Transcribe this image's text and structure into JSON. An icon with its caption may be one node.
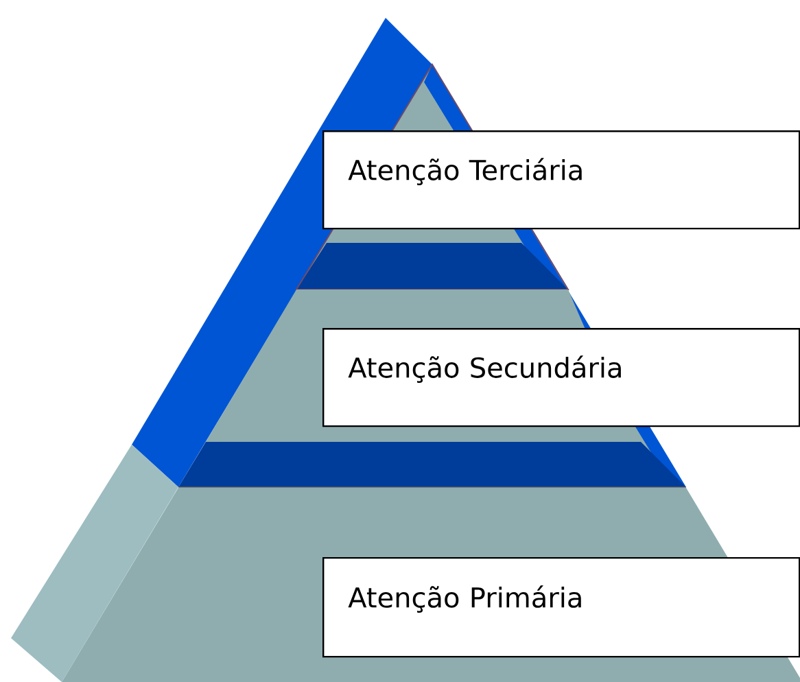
{
  "diagram": {
    "nodes": [
      {
        "text": [
          "Atenção Terciária"
        ]
      },
      {
        "text": [
          "Atenção Secundária"
        ]
      },
      {
        "text": [
          "Atenção Primária"
        ]
      }
    ]
  }
}
